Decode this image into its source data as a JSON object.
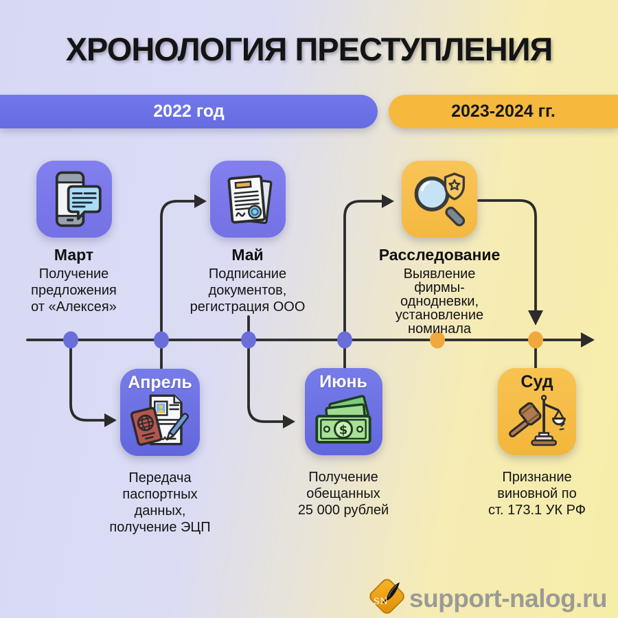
{
  "title": "ХРОНОЛОГИЯ ПРЕСТУПЛЕНИЯ",
  "periods": [
    {
      "label": "2022 год",
      "color": "#6b70e4"
    },
    {
      "label": "2023-2024 гг.",
      "color": "#f5b93e"
    }
  ],
  "events": [
    {
      "label": "Март",
      "description": "Получение\nпредложения\nот «Алексея»",
      "icon": "phone-chat-icon",
      "position": "above-timeline",
      "card_color": "#7b78ea"
    },
    {
      "label": "Апрель",
      "description": "Передача\nпаспортных\nданных,\nполучение ЭЦП",
      "icon": "passport-document-icon",
      "position": "below-timeline",
      "card_color": "#6c70e3"
    },
    {
      "label": "Май",
      "description": "Подписание\nдокументов,\nрегистрация ООО",
      "icon": "signed-documents-icon",
      "position": "above-timeline",
      "card_color": "#7b78ea"
    },
    {
      "label": "Июнь",
      "description": "Получение\nобещанных\n25 000 рублей",
      "icon": "money-icon",
      "position": "below-timeline",
      "card_color": "#6c70e3"
    },
    {
      "label": "Расследование",
      "description": "Выявление\nфирмы-\nоднодневки,\nустановление\nноминала",
      "icon": "magnifier-badge-icon",
      "position": "above-timeline",
      "card_color": "#f7bc45"
    },
    {
      "label": "Суд",
      "description": "Признание\nвиновной по\nст. 173.1 УК РФ",
      "icon": "gavel-scales-icon",
      "position": "below-timeline",
      "card_color": "#f6ba43"
    }
  ],
  "timeline": {
    "dot_colors": {
      "purple": "#6a6ed9",
      "orange": "#f0a93e"
    },
    "line_color": "#2b2b2b"
  },
  "footer": {
    "logo_initials": "SN",
    "site": "support-nalog.ru"
  }
}
